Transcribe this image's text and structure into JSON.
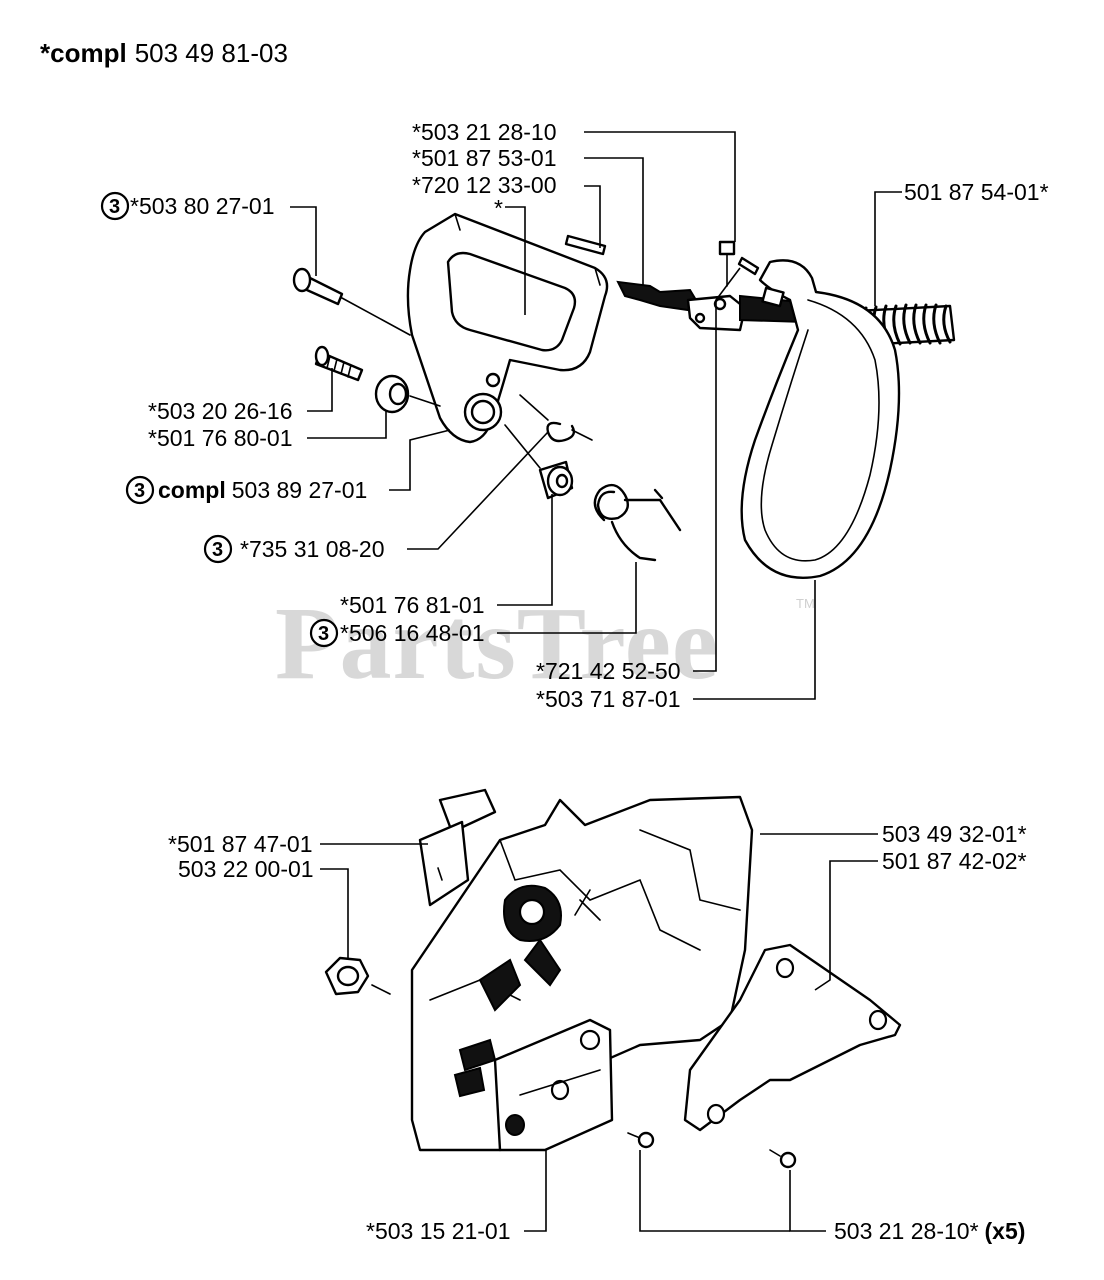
{
  "title": {
    "prefix": "*compl",
    "number": "503 49 81-03"
  },
  "callout_mark": "3",
  "watermark": {
    "text": "PartsTree",
    "tm": "TM"
  },
  "upper_labels": {
    "l_503_21_28_10": "*503 21 28-10",
    "l_501_87_53_01": "*501 87 53-01",
    "l_720_12_33_00": "*720 12 33-00",
    "l_star": "*",
    "l_503_80_27_01": "*503 80 27-01",
    "l_501_87_54_01": "501 87 54-01*",
    "l_503_20_26_16": "*503 20 26-16",
    "l_501_76_80_01": "*501 76 80-01",
    "l_compl_prefix": "compl",
    "l_503_89_27_01": "503 89 27-01",
    "l_735_31_08_20": "*735 31 08-20",
    "l_501_76_81_01": "*501 76 81-01",
    "l_506_16_48_01": "*506 16 48-01",
    "l_721_42_52_50": "*721 42 52-50",
    "l_503_71_87_01": "*503 71 87-01"
  },
  "lower_labels": {
    "l_501_87_47_01": "*501 87 47-01",
    "l_503_22_00_01": "503 22 00-01",
    "l_503_49_32_01": "503 49 32-01*",
    "l_501_87_42_02": "501 87 42-02*",
    "l_503_15_21_01": "*503 15 21-01",
    "l_503_21_28_10_x5": "503 21 28-10*",
    "l_x5": "(x5)"
  }
}
